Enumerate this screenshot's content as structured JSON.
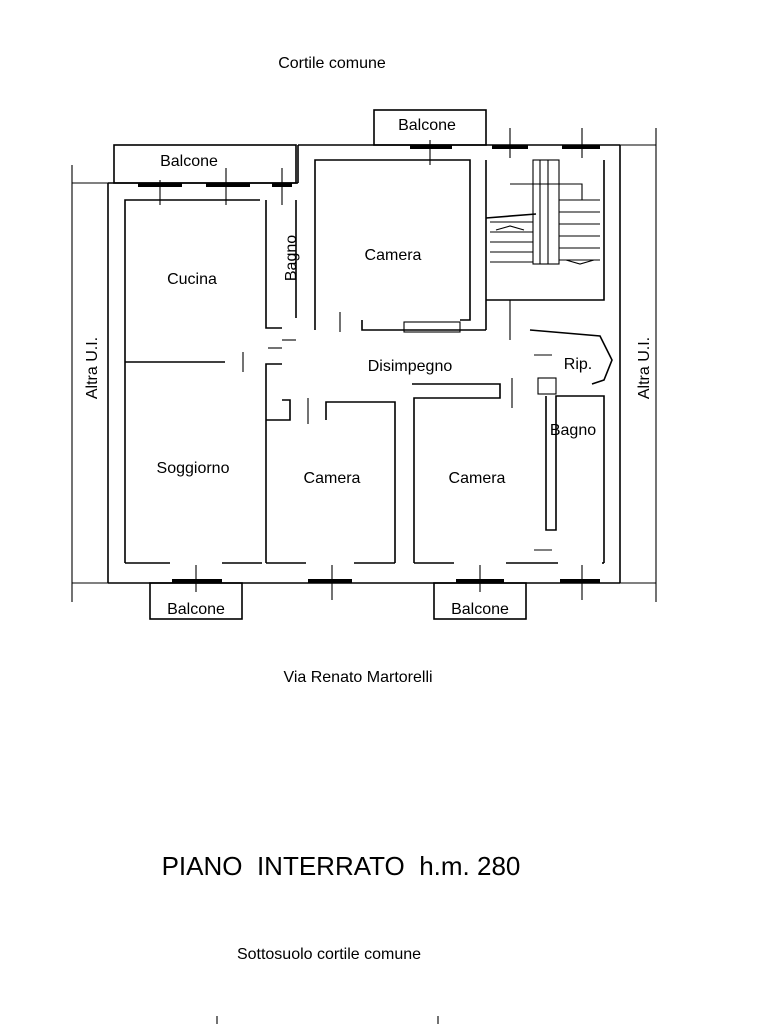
{
  "plan": {
    "top_label": "Cortile comune",
    "bottom_label": "Via Renato Martorelli",
    "left_neighbor": "Altra U.I.",
    "right_neighbor": "Altra U.I.",
    "rooms": {
      "balcone_top_left": "Balcone",
      "balcone_top_center": "Balcone",
      "bagno_left": "Bagno",
      "cucina": "Cucina",
      "camera_top": "Camera",
      "disimpegno": "Disimpegno",
      "ripostiglio": "Rip.",
      "bagno_right": "Bagno",
      "soggiorno": "Soggiorno",
      "camera_bottom_left": "Camera",
      "camera_bottom_right": "Camera",
      "balcone_bottom_left": "Balcone",
      "balcone_bottom_right": "Balcone"
    }
  },
  "floor_title": "PIANO  INTERRATO  h.m. 280",
  "lower_label": "Sottosuolo cortile comune"
}
